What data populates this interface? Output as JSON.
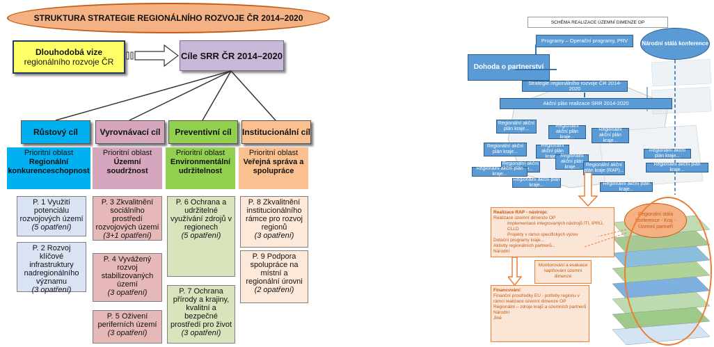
{
  "left": {
    "title": "STRUKTURA STRATEGIE REGIONÁLNÍHO ROZVOJE ČR 2014–2020",
    "vision_title": "Dlouhodobá vize",
    "vision_sub": "regionálního rozvoje ČR",
    "goals_title": "Cíle SRR ČR 2014–2020",
    "columns": [
      {
        "goal": "Růstový cíl",
        "prio_label": "Prioritní oblast",
        "prio_name": "Regionální konkurenceschopnost",
        "m1": "P. 1 Využití potenciálu rozvojových území",
        "m1n": "(5 opatření)",
        "m2": "P. 2 Rozvoj klíčové infrastruktury nadregionálního významu",
        "m2n": "(3 opatření)"
      },
      {
        "goal": "Vyrovnávací cíl",
        "prio_label": "Prioritní oblast",
        "prio_name": "Územní soudržnost",
        "m1": "P. 3 Zkvalitnění sociálního prostředí rozvojových území",
        "m1n": "(3+1 opatření)",
        "m2": "P. 4 Vyvážený rozvoj stabilizovaných území",
        "m2n": "(3 opatření)",
        "m3": "P. 5 Oživení periferních území",
        "m3n": "(3 opatření)"
      },
      {
        "goal": "Preventivní cíl",
        "prio_label": "Prioritní oblast",
        "prio_name": "Environmentální udržitelnost",
        "m1": "P. 6 Ochrana a udržitelné využívání zdrojů v regionech",
        "m1n": "(5 opatření)",
        "m2": "P. 7 Ochrana přírody a krajiny, kvalitní a bezpečné prostředí pro život",
        "m2n": "(3 opatření)"
      },
      {
        "goal": "Institucionální cíl",
        "prio_label": "Prioritní oblast",
        "prio_name": "Veřejná správa a spolupráce",
        "m1": "P. 8 Zkvalitnění institucionálního rámce pro rozvoj regionů",
        "m1n": "(3 opatření)",
        "m2": "P. 9 Podpora spolupráce na místní a regionální úrovni",
        "m2n": "(2 opatření)"
      }
    ]
  },
  "right": {
    "title": "Schéma realizace územní dimenze OP",
    "programs": "Programy – Operační programy, PRV",
    "national_conf": "Národní stálá konference",
    "partnership": "Dohoda o partnerství",
    "srr": "Strategie regionálního rozvoje ČR 2014-2020",
    "action_plan": "Akční plán realizace SRR 2014-2020",
    "rap_label": "Regionální akční plán kraje...",
    "rap_label2": "Regionální akční plán kraje (RAP)...",
    "impl_title": "Realizace RAP - nástroje:",
    "impl_lines": [
      "Realizace územní dimenze OP",
      "Implementace integrovaných nástrojů ITI, IPRÚ, CLLD",
      "Projekty v rámci specifických výzev",
      "Dotační programy kraje...",
      "Aktivity regionálních partnerů...",
      "Národní"
    ],
    "monitor": "Monitorování a evaluace naplňování územní dimenze",
    "fin_title": "Financování:",
    "fin_lines": [
      "Finanční prostředky EU - potřeby regionu v rámci realizace územní dimenze OP",
      "Regionální – zdroje krajů a územních partnerů",
      "Národní",
      "Jiné"
    ],
    "reg_conf": "Regionální stálá konference - Kraj - Územní partneři"
  }
}
